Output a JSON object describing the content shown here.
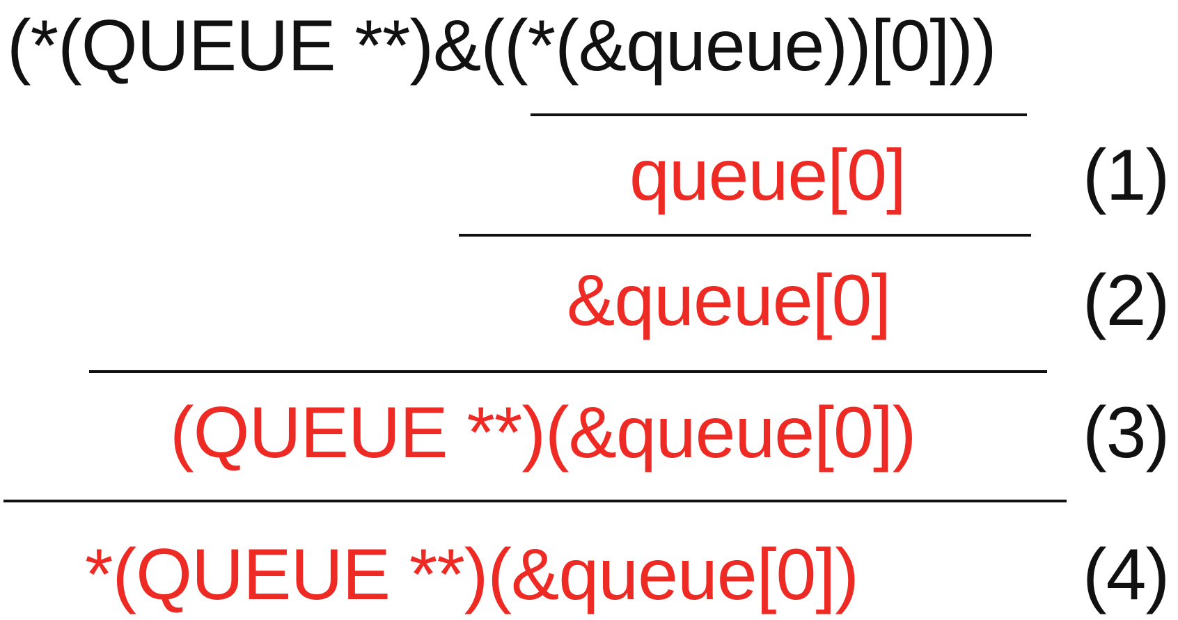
{
  "expression": "(*(QUEUE **)&((*(&queue))[0]))",
  "steps": [
    {
      "text": "queue[0]",
      "label": "(1)"
    },
    {
      "text": "&queue[0]",
      "label": "(2)"
    },
    {
      "text": "(QUEUE **)(&queue[0])",
      "label": "(3)"
    },
    {
      "text": "*(QUEUE **)(&queue[0])",
      "label": "(4)"
    }
  ],
  "colors": {
    "expression": "#111111",
    "step_text": "#ee2a24",
    "rule": "#111111",
    "labels": "#111111"
  }
}
